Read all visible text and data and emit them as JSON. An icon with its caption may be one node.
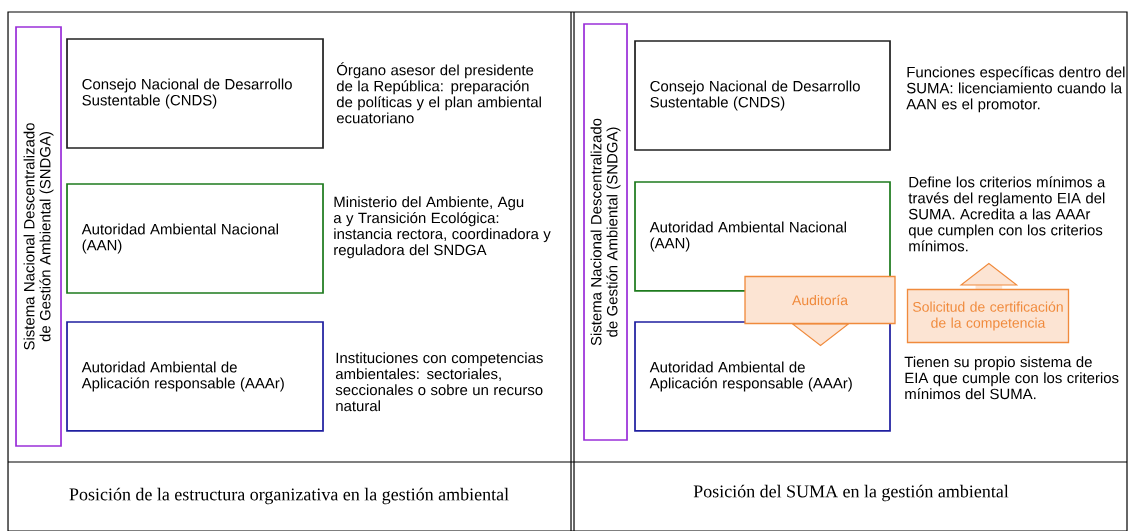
{
  "diagram": {
    "nodes": [
      {
        "text": [
          "Sistema Nacional Descentralizado de Gestión Ambiental (SNDGA)"
        ]
      },
      {
        "text": [
          "Consejo Nacional de Desarrollo Sustentable (CNDS)"
        ],
        "beside": [
          "Órgano asesor del presidente de la República: preparación de políticas y el plan ambiental ecuatoriano"
        ]
      },
      {
        "text": [
          "Autoridad Ambiental Nacional (AAN)"
        ],
        "beside": [
          "Ministerio del Ambiente, Agu a y Transición Ecológica: instancia rectora, coordinadora y reguladora del SNDGA"
        ]
      },
      {
        "text": [
          "Autoridad Ambiental de Aplicación responsable (AAAr)"
        ],
        "beside": [
          "Instituciones con competencias ambientales: sectoriales, seccionales o sobre un recurso natural"
        ]
      },
      {
        "text": [
          "Sistema Nacional Descentralizado de Gestión Ambiental (SNDGA)"
        ]
      },
      {
        "text": [
          "Consejo Nacional de Desarrollo Sustentable (CNDS)"
        ],
        "beside": [
          "Funciones específicas dentro del SUMA: licenciamiento cuando la AAN es el promotor."
        ]
      },
      {
        "text": [
          "Autoridad Ambiental Nacional (AAN)"
        ],
        "beside": [
          "Define los criterios mínimos a través del reglamento EIA del SUMA. Acredita a las AAAr que cumplen con los criterios mínimos."
        ]
      },
      {
        "text": [
          "Autoridad Ambiental de Aplicación responsable (AAAr)"
        ],
        "beside": [
          "Tienen su propio sistema de EIA que cumple con los criterios mínimos del SUMA."
        ]
      }
    ],
    "edges": [
      {
        "from": 6,
        "to": 7,
        "arrow": "to",
        "label": "Auditoría"
      },
      {
        "from": 7,
        "to": 6,
        "arrow": "to",
        "label": "Solicitud de certificación de la competencia"
      }
    ],
    "labels": [
      "Posición de la estructura organizativa en la gestión ambiental",
      "Posición del SUMA en la gestión ambiental"
    ]
  }
}
